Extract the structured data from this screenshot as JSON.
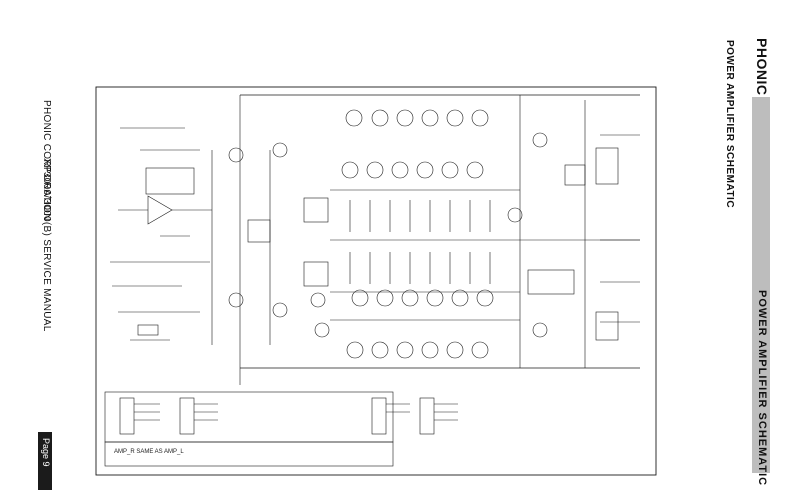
{
  "left_margin": {
    "corporation": "PHONIC CORPORATION",
    "manual": "XP3000/3000(B)  SERVICE  MANUAL",
    "page_label": "Page 9"
  },
  "right_margin": {
    "brand": "PHONIC",
    "title": "POWER AMPLIFIER SCHEMATIC",
    "sidebar_title": "POWER  AMPLIFIER  SCHEMATIC"
  },
  "schematic": {
    "note": "AMP_R SAME AS AMP_L"
  }
}
